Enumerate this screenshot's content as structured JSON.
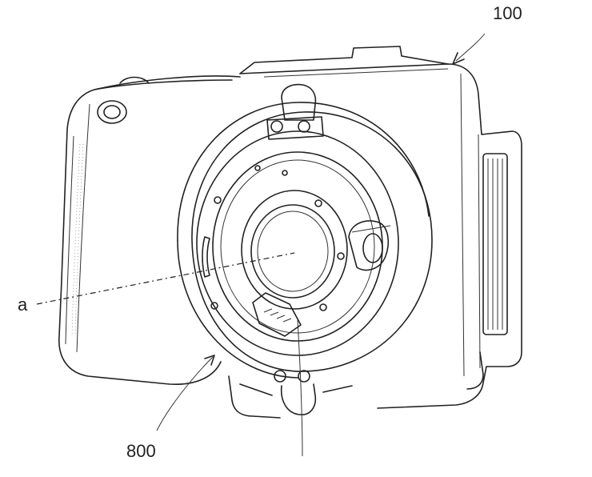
{
  "labels": {
    "camera_body": "100",
    "adapter": "800",
    "optical_axis": "a"
  }
}
